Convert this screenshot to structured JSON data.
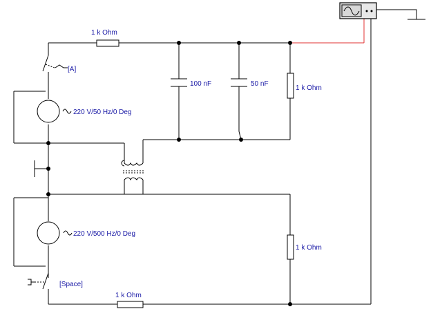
{
  "labels": {
    "r_top": "1 k Ohm",
    "c1": "100 nF",
    "c2": "50 nF",
    "r_right_top": "1 k Ohm",
    "r_right_bottom": "1 k Ohm",
    "r_bottom": "1 k Ohm",
    "src_top": "220 V/50 Hz/0 Deg",
    "src_bottom": "220 V/500 Hz/0 Deg",
    "switch_top_key": "[A]",
    "switch_bottom_key": "[Space]"
  },
  "colors": {
    "wire": "#000000",
    "probe_wire": "#e03030",
    "label": "#1a1aa6",
    "scope_screen": "#d8d8d8"
  },
  "icons": {
    "oscilloscope": "oscilloscope-icon",
    "ground": "ground-icon",
    "transformer": "transformer-icon"
  }
}
